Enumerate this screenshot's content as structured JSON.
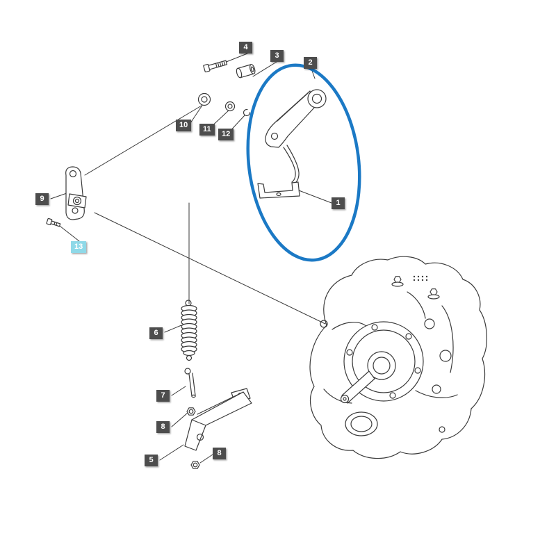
{
  "diagram": {
    "type": "exploded-parts-diagram",
    "labels": [
      {
        "text": "4"
      },
      {
        "text": "3"
      },
      {
        "text": "2"
      },
      {
        "text": "10"
      },
      {
        "text": "11"
      },
      {
        "text": "12"
      },
      {
        "text": "9"
      },
      {
        "text": "13",
        "highlighted": true
      },
      {
        "text": "1"
      },
      {
        "text": "6"
      },
      {
        "text": "7"
      },
      {
        "text": "8"
      },
      {
        "text": "5"
      },
      {
        "text": "8"
      }
    ],
    "highlighted_label": "13",
    "parts": [
      {
        "label": "1",
        "shape": "lever-foot-bracket"
      },
      {
        "label": "2",
        "shape": "lever-arm-assembly"
      },
      {
        "label": "3",
        "shape": "spacer-sleeve"
      },
      {
        "label": "4",
        "shape": "hex-bolt"
      },
      {
        "label": "5",
        "shape": "mounting-bracket"
      },
      {
        "label": "6",
        "shape": "tension-spring"
      },
      {
        "label": "7",
        "shape": "rod-pin"
      },
      {
        "label": "8",
        "shape": "hex-nut"
      },
      {
        "label": "9",
        "shape": "lever-plate"
      },
      {
        "label": "10",
        "shape": "flanged-bushing"
      },
      {
        "label": "11",
        "shape": "washer"
      },
      {
        "label": "12",
        "shape": "snap-ring"
      },
      {
        "label": "13",
        "shape": "small-hex-bolt"
      },
      {
        "label": "",
        "shape": "gearbox-housing"
      }
    ],
    "colors": {
      "label_bg": "#4d4d4d",
      "label_fg": "#ffffff",
      "highlight_bg": "#8fd9e8",
      "highlight_fg": "#ffffff",
      "ellipse": "#1b79c5",
      "line": "#3a3a3a"
    }
  }
}
